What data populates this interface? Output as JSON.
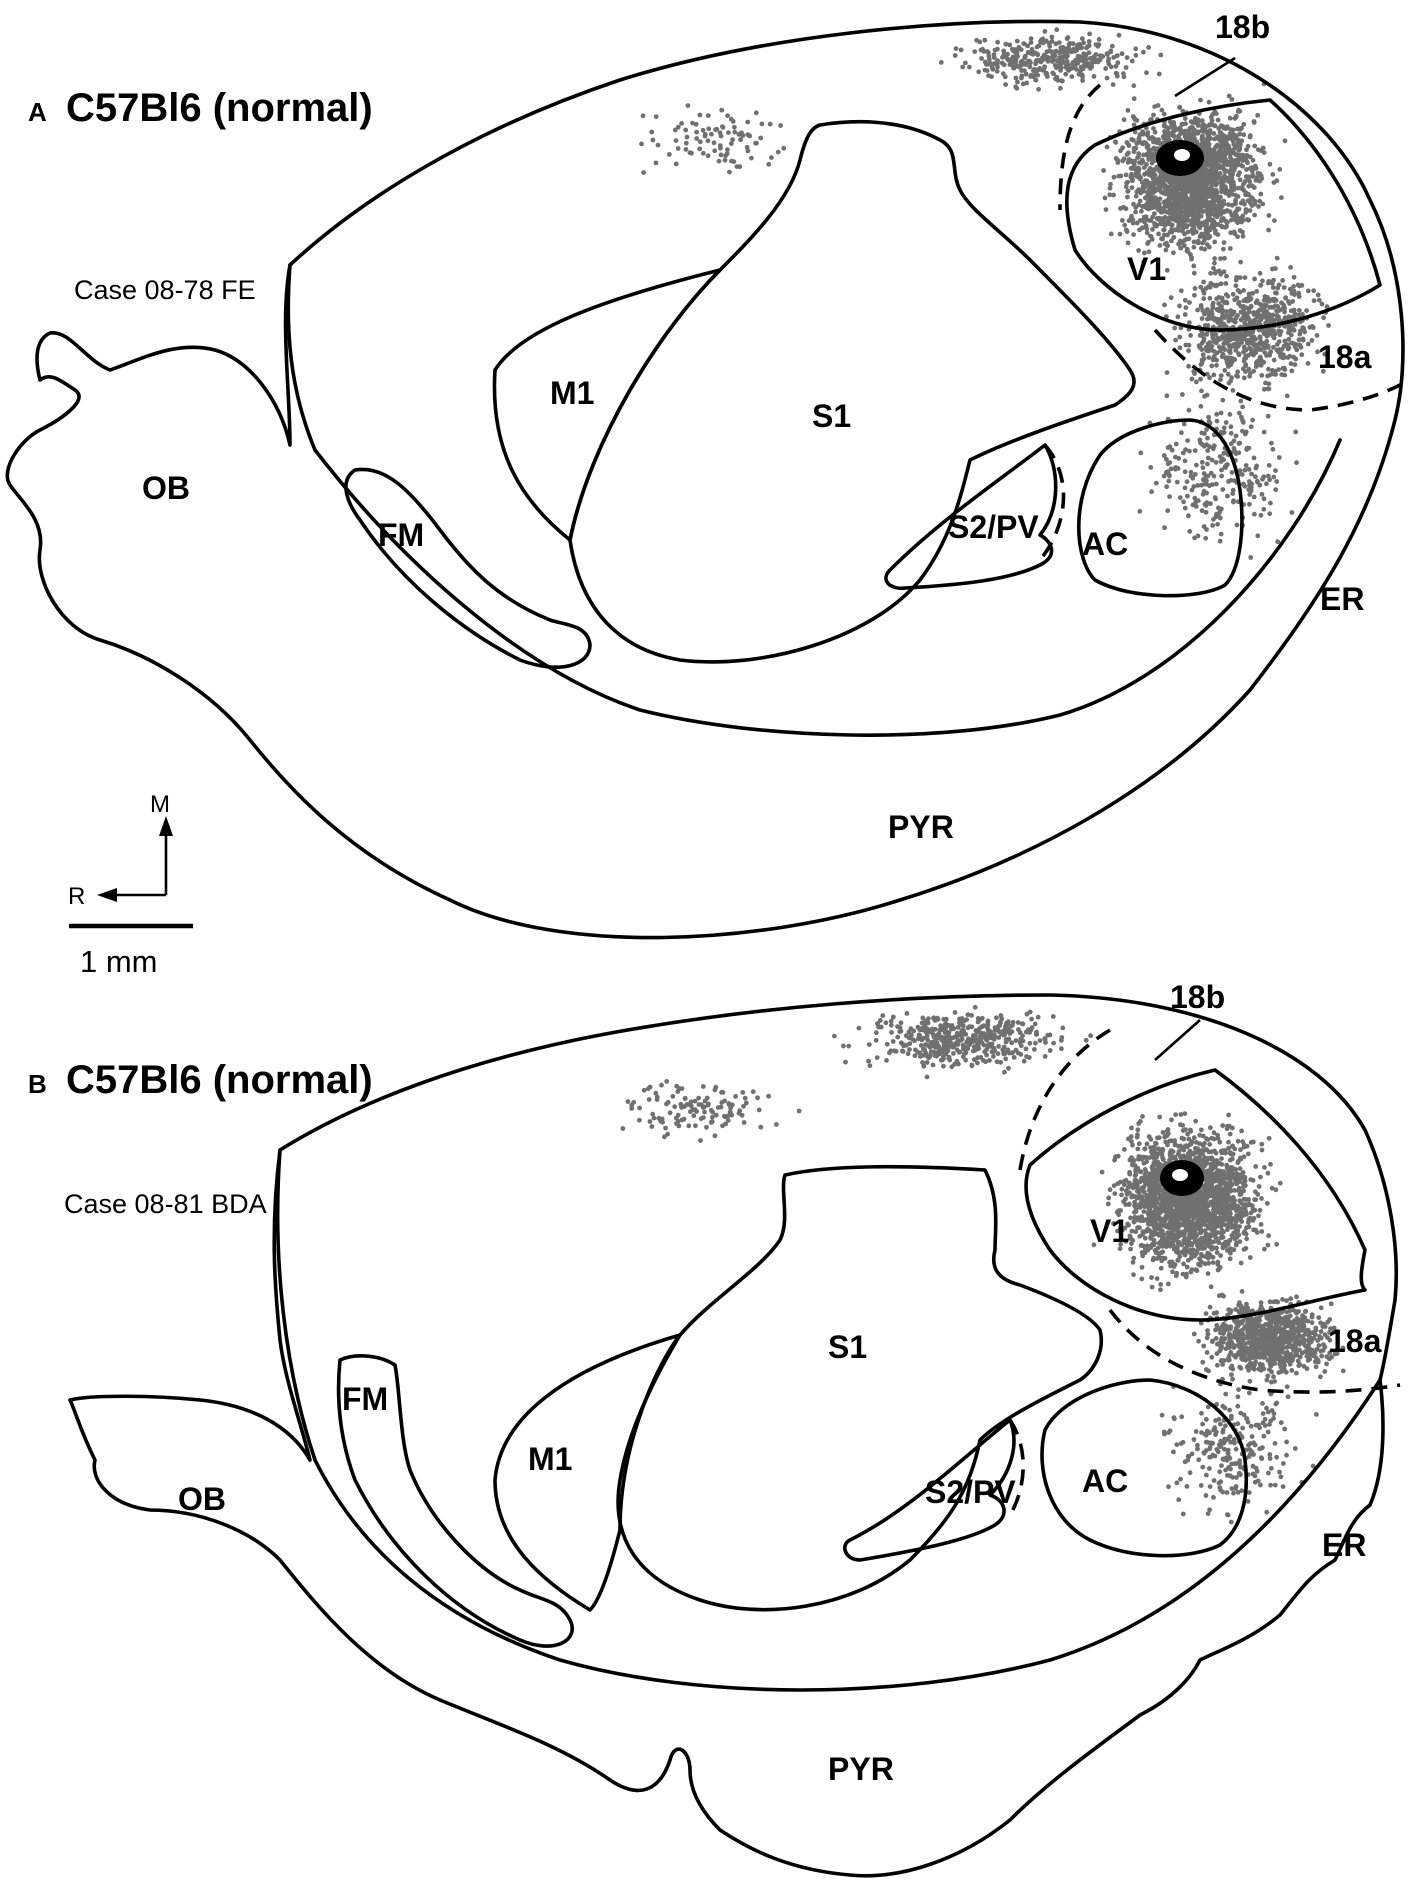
{
  "colors": {
    "line": "#000000",
    "label_dots": "#707070",
    "background": "#ffffff"
  },
  "panels": [
    {
      "letter": "A",
      "title": "C57Bl6 (normal)",
      "case": "Case 08-78 FE",
      "areas": {
        "v1": "V1",
        "area18a": "18a",
        "area18b": "18b",
        "s1": "S1",
        "m1": "M1",
        "s2pv": "S2/PV",
        "ac": "AC",
        "er": "ER",
        "ob": "OB",
        "fm": "FM",
        "pyr": "PYR"
      }
    },
    {
      "letter": "B",
      "title": "C57Bl6 (normal)",
      "case": "Case 08-81 BDA",
      "areas": {
        "v1": "V1",
        "area18a": "18a",
        "area18b": "18b",
        "s1": "S1",
        "m1": "M1",
        "s2pv": "S2/PV",
        "ac": "AC",
        "er": "ER",
        "ob": "OB",
        "fm": "FM",
        "pyr": "PYR"
      }
    }
  ],
  "orientation": {
    "medial": "M",
    "rostral": "R"
  },
  "scale_bar": {
    "label": "1 mm"
  }
}
